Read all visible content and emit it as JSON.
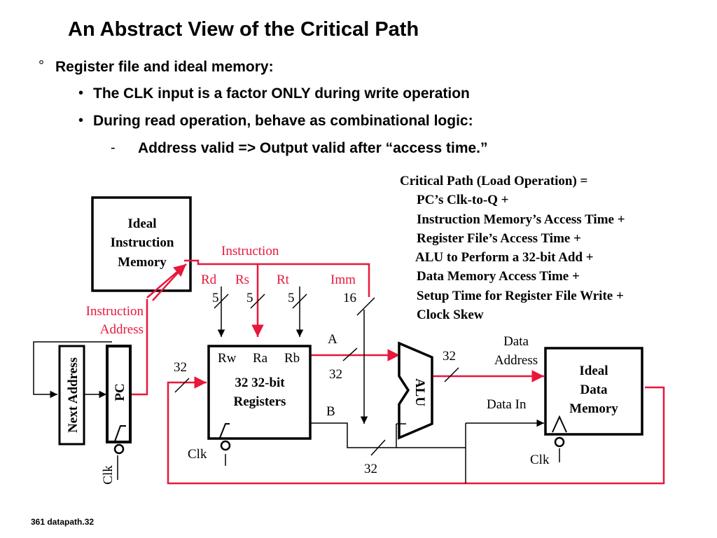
{
  "slide": {
    "title": "An Abstract View of the Critical Path",
    "footer": "361 datapath.32"
  },
  "bullets": {
    "level1_marker": "°",
    "level1": "Register file and ideal memory:",
    "level2_marker": "•",
    "level2": [
      "The CLK input is a factor ONLY during write operation",
      "During read operation, behave as combinational logic:"
    ],
    "level3_marker": "-",
    "level3": "Address valid => Output valid after “access time.”"
  },
  "critical_path": {
    "header": "Critical Path (Load Operation) =",
    "terms": [
      "PC’s Clk-to-Q +",
      "Instruction Memory’s Access Time +",
      "Register File’s Access Time +",
      "ALU to Perform a 32-bit Add +",
      "Data Memory Access Time +",
      "Setup Time for Register File Write +",
      "Clock Skew"
    ]
  },
  "diagram": {
    "instr_memory": [
      "Ideal",
      "Instruction",
      "Memory"
    ],
    "instruction_label": "Instruction",
    "instr_address": [
      "Instruction",
      "Address"
    ],
    "fields": [
      {
        "name": "Rd",
        "width": "5"
      },
      {
        "name": "Rs",
        "width": "5"
      },
      {
        "name": "Rt",
        "width": "5"
      },
      {
        "name": "Imm",
        "width": "16"
      }
    ],
    "next_address": "Next Address",
    "pc": "PC",
    "clk": "Clk",
    "regfile": {
      "ports": [
        "Rw",
        "Ra",
        "Rb"
      ],
      "name": [
        "32 32-bit",
        "Registers"
      ],
      "input_width": "32"
    },
    "bus_a": "A",
    "bus_b": "B",
    "bus_width": "32",
    "alu": "ALU",
    "data_address": [
      "Data",
      "Address"
    ],
    "data_in": "Data In",
    "data_memory": [
      "Ideal",
      "Data",
      "Memory"
    ]
  },
  "colors": {
    "critical_path": "#e8173b",
    "wire": "#000000"
  }
}
